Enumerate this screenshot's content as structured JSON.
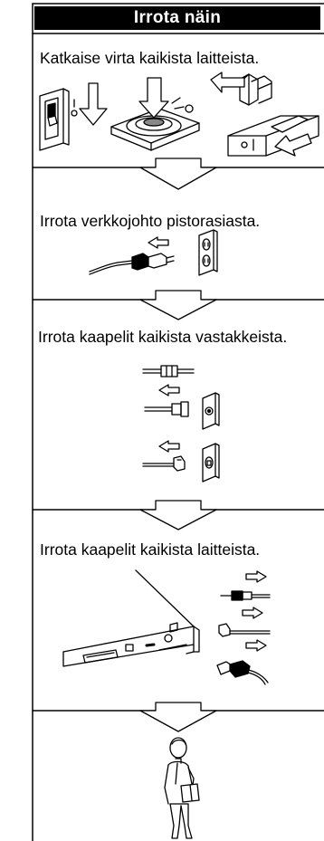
{
  "header": {
    "title": "Irrota näin"
  },
  "steps": [
    {
      "text": "Katkaise virta kaikista laitteista."
    },
    {
      "text": "Irrota verkkojohto pistorasiasta."
    },
    {
      "text": "Irrota kaapelit kaikista vastakkeista."
    },
    {
      "text": "Irrota kaapelit kaikista laitteista."
    }
  ],
  "icons": [
    "down-arrow-icon",
    "left-arrow-icon",
    "right-arrow-icon",
    "power-switch-icon",
    "power-button-icon",
    "toggle-switch-icon",
    "power-plug-icon",
    "wall-outlet-icon",
    "coax-connector-icon",
    "phone-jack-icon",
    "laptop-icon",
    "usb-plug-icon",
    "person-walking-icon"
  ]
}
